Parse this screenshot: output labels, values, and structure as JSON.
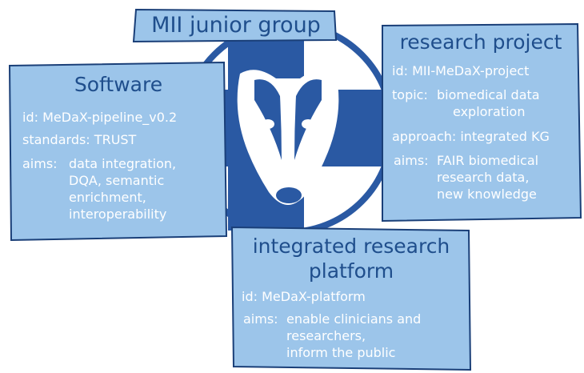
{
  "colors": {
    "box_fill": "#9cc5ea",
    "box_stroke": "#1a3f78",
    "logo_blue": "#2a59a3",
    "title_text": "#1f4e8c",
    "body_text": "#ffffff"
  },
  "icons": {
    "logo": "badger-cross-logo"
  },
  "header": {
    "title": "MII junior group"
  },
  "software": {
    "title": "Software",
    "id_key": "id:",
    "id_value": "MeDaX-pipeline_v0.2",
    "standards_key": "standards:",
    "standards_value": "TRUST",
    "aims_key": "aims:",
    "aims_lines": [
      "data integration,",
      "DQA, semantic",
      "enrichment,",
      "interoperability"
    ]
  },
  "project": {
    "title": "research project",
    "id_key": "id:",
    "id_value": "MII-MeDaX-project",
    "topic_key": "topic:",
    "topic_lines": [
      "biomedical data",
      "exploration"
    ],
    "approach_key": "approach:",
    "approach_value": "integrated KG",
    "aims_key": "aims:",
    "aims_lines": [
      "FAIR biomedical",
      "research data,",
      "new knowledge"
    ]
  },
  "platform": {
    "title_lines": [
      "integrated research",
      "platform"
    ],
    "id_key": "id:",
    "id_value": "MeDaX-platform",
    "aims_key": "aims:",
    "aims_lines": [
      "enable clinicians and",
      "researchers,",
      "inform the public"
    ]
  }
}
